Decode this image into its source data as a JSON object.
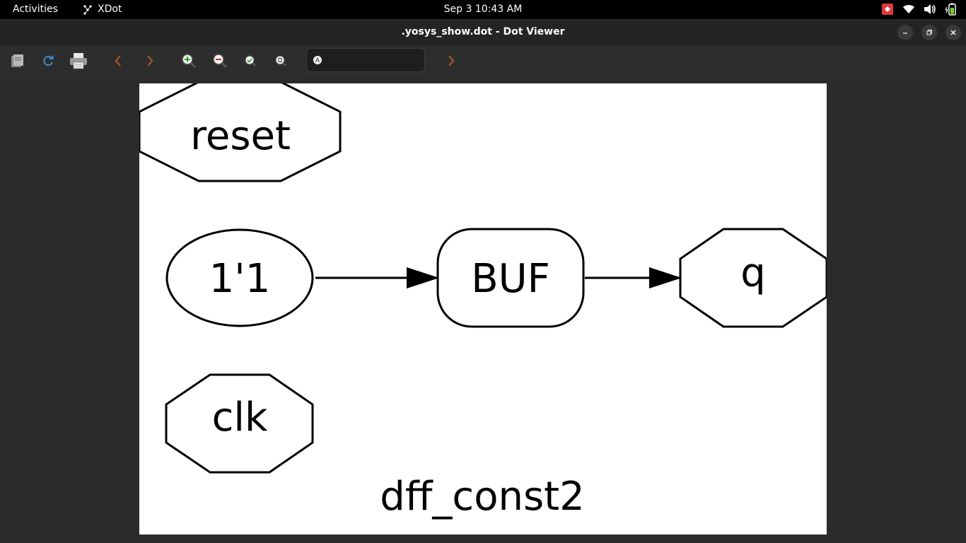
{
  "topbar": {
    "activities": "Activities",
    "app_name": "XDot",
    "clock": "Sep 3  10:43 AM"
  },
  "window": {
    "title": ".yosys_show.dot - Dot Viewer"
  },
  "toolbar": {
    "search_placeholder": ""
  },
  "graph": {
    "title": "dff_const2",
    "nodes": {
      "reset": "reset",
      "const": "1'1",
      "buf": "BUF",
      "q": "q",
      "clk": "clk"
    }
  },
  "colors": {
    "topbar_bg": "#000000",
    "window_bg": "#2b2b2b",
    "canvas_bg": "#ffffff",
    "nav_arrow": "#a0522d",
    "reload": "#3d8fd1"
  }
}
